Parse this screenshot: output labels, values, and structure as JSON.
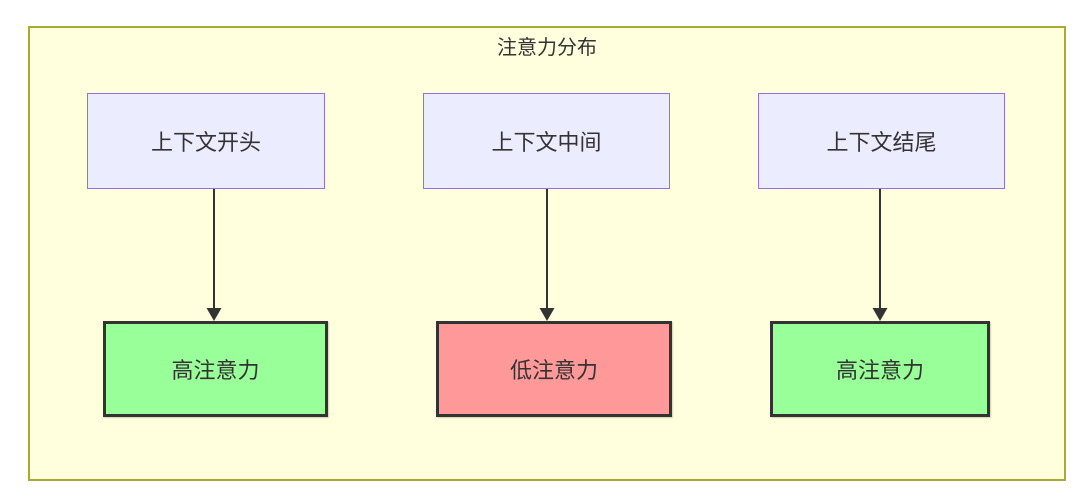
{
  "diagram": {
    "title": "注意力分布",
    "container": {
      "fill": "#ffffde",
      "border_color": "#aaaa33"
    },
    "columns": [
      {
        "id": "context-start",
        "top": {
          "label": "上下文开头"
        },
        "bottom": {
          "label": "高注意力",
          "level": "high"
        }
      },
      {
        "id": "context-middle",
        "top": {
          "label": "上下文中间"
        },
        "bottom": {
          "label": "低注意力",
          "level": "low"
        }
      },
      {
        "id": "context-end",
        "top": {
          "label": "上下文结尾"
        },
        "bottom": {
          "label": "高注意力",
          "level": "high"
        }
      }
    ],
    "colors": {
      "context_node_fill": "#ECECFF",
      "context_node_border": "#9370DB",
      "high_attention_fill": "#99ff99",
      "low_attention_fill": "#ff9999",
      "attention_node_border": "#333333",
      "arrow": "#333333",
      "text": "#333333"
    }
  }
}
